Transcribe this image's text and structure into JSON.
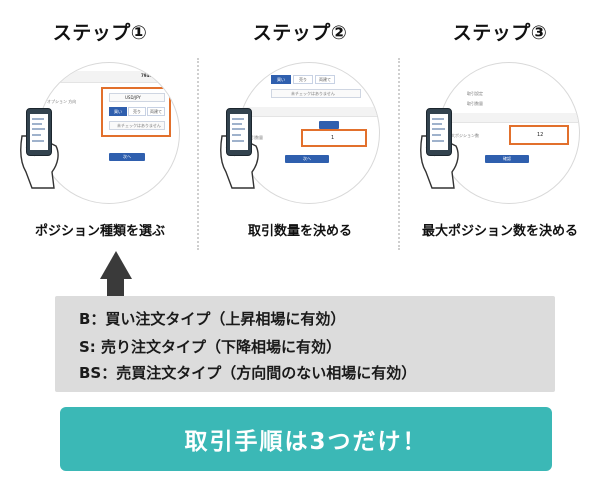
{
  "steps": [
    {
      "title": "ステップ①",
      "caption": "ポジション種類を選ぶ",
      "screen": {
        "brand": "7941",
        "field_1": "USD/JPY",
        "field_2": "オプション 方向",
        "tabs": [
          "買い",
          "売り",
          "両建て"
        ],
        "note": "未チェックはありません",
        "button": "次へ"
      }
    },
    {
      "title": "ステップ②",
      "caption": "取引数量を決める",
      "screen": {
        "tabs": [
          "買い",
          "売り",
          "両建て"
        ],
        "note": "未チェックはありません",
        "quantity_label": "取引数量",
        "quantity_value": "1",
        "button": "次へ"
      }
    },
    {
      "title": "ステップ③",
      "caption": "最大ポジション数を決める",
      "screen": {
        "row_1": "取引設定",
        "row_2": "取引数量",
        "max_label": "最大ポジション数",
        "max_value": "12",
        "button": "確認"
      }
    }
  ],
  "info": {
    "line_1": "B：買い注文タイプ（上昇相場に有効）",
    "line_2": "S: 売り注文タイプ（下降相場に有効）",
    "line_3": "BS：売買注文タイプ（方向間のない相場に有効）"
  },
  "banner": {
    "text": "取引手順は3つだけ！"
  },
  "colors": {
    "banner": "#3bb8b6",
    "highlight": "#e2702c",
    "accent_blue": "#2f5fae",
    "info_bg": "#dcdcdc"
  }
}
